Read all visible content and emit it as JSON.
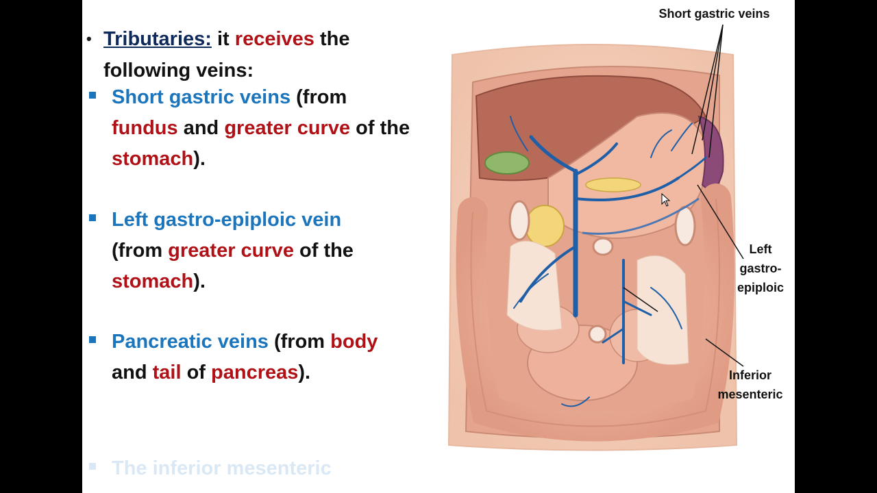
{
  "slide": {
    "main_bullet": {
      "part1": "Tributaries:",
      "part2": " it ",
      "part3": "receives",
      "part4": " the following veins:"
    },
    "items": [
      {
        "name": "Short gastric veins",
        "t1": " (from ",
        "t2": "fundus",
        "t3": " and ",
        "t4": "greater curve",
        "t5": " of the ",
        "t6": "stomach",
        "t7": ")."
      },
      {
        "name": "Left gastro-epiploic vein",
        "t1": " (from ",
        "t2": "greater curve",
        "t3": " of the ",
        "t4": "stomach",
        "t5": ")."
      },
      {
        "name": "Pancreatic veins",
        "t1": " (from ",
        "t2": "body",
        "t3": " and ",
        "t4": "tail",
        "t5": " of ",
        "t6": "pancreas",
        "t7": ")."
      },
      {
        "name": "The inferior mesenteric"
      }
    ],
    "figure_labels": {
      "short_gastric": "Short gastric veins",
      "left_gastro_1": "Left",
      "left_gastro_2": "gastro-",
      "left_gastro_3": "epiploic",
      "inf_mes_1": "Inferior",
      "inf_mes_2": "mesenteric"
    }
  },
  "colors": {
    "accent_red": "#b01116",
    "accent_blue": "#1b75bc",
    "heading_navy": "#0e2a5a"
  }
}
